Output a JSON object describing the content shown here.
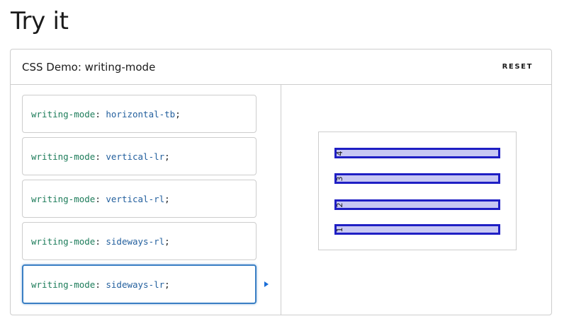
{
  "page": {
    "title": "Try it"
  },
  "demo": {
    "title": "CSS Demo: writing-mode",
    "reset_label": "RESET",
    "examples": [
      {
        "property": "writing-mode",
        "value": "horizontal-tb",
        "selected": false
      },
      {
        "property": "writing-mode",
        "value": "vertical-lr",
        "selected": false
      },
      {
        "property": "writing-mode",
        "value": "vertical-rl",
        "selected": false
      },
      {
        "property": "writing-mode",
        "value": "sideways-rl",
        "selected": false
      },
      {
        "property": "writing-mode",
        "value": "sideways-lr",
        "selected": true
      }
    ],
    "output": {
      "items": [
        "4",
        "3",
        "2",
        "1"
      ]
    }
  },
  "colors": {
    "property": "#1d7c5a",
    "value": "#24609e",
    "selected_border": "#3a7fc4",
    "bar_fill": "#c8c8f3",
    "bar_border": "#1f1fc4",
    "play": "#1a6ed8"
  },
  "icons": {
    "run_indicator": "play-triangle-icon"
  }
}
